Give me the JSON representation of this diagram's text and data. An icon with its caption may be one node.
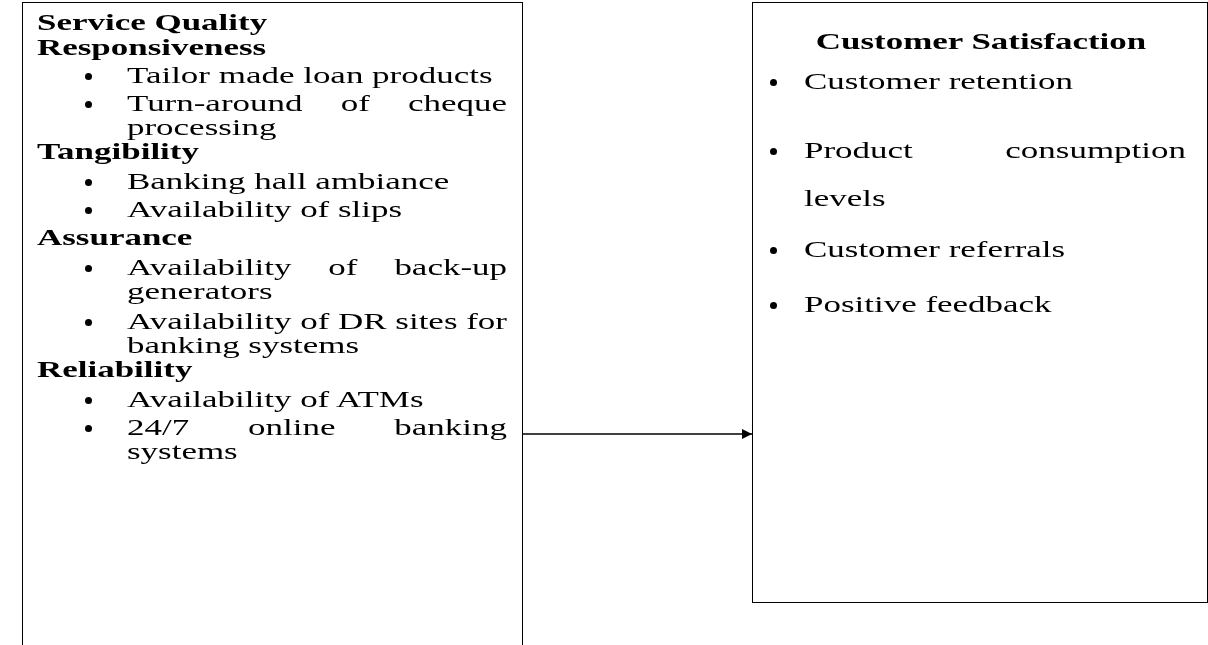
{
  "diagram": {
    "nodes": [
      {
        "text": [
          "Service Quality",
          "Responsiveness",
          "Tailor made loan products",
          "Turn-around of cheque processing",
          "Tangibility",
          "Banking hall ambiance",
          "Availability of slips",
          "Assurance",
          "Availability of back-up generators",
          "Availability of DR sites for banking systems",
          "Reliability",
          "Availability of ATMs",
          "24/7 online banking systems"
        ]
      },
      {
        "text": [
          "Customer Satisfaction",
          "Customer retention",
          "Product consumption levels",
          "Customer referrals",
          "Positive feedback"
        ]
      }
    ],
    "edges": [
      {
        "from": 0,
        "to": 1,
        "arrow": "to"
      }
    ]
  }
}
